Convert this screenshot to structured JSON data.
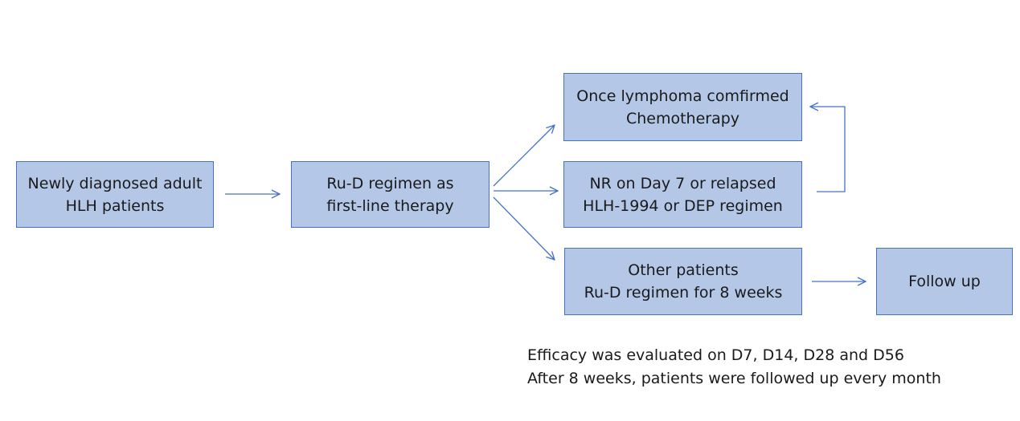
{
  "diagram": {
    "colors": {
      "box_fill": "#b4c7e7",
      "box_border": "#4472c4",
      "arrow": "#4472c4",
      "text": "#1a1a1a"
    },
    "boxes": {
      "newly_diagnosed": {
        "line1": "Newly diagnosed adult",
        "line2": "HLH patients"
      },
      "rud_first_line": {
        "line1": "Ru-D regimen as",
        "line2": "first-line therapy"
      },
      "lymphoma": {
        "line1": "Once lymphoma comfirmed",
        "line2": "Chemotherapy"
      },
      "nr_relapsed": {
        "line1": "NR on Day 7 or relapsed",
        "line2": "HLH-1994 or DEP regimen"
      },
      "other_patients": {
        "line1": "Other patients",
        "line2": "Ru-D regimen for 8 weeks"
      },
      "follow_up": {
        "line1": "Follow up"
      }
    },
    "notes": {
      "line1": "Efficacy was evaluated on D7, D14, D28 and D56",
      "line2": "After 8 weeks, patients were followed up every month"
    }
  }
}
